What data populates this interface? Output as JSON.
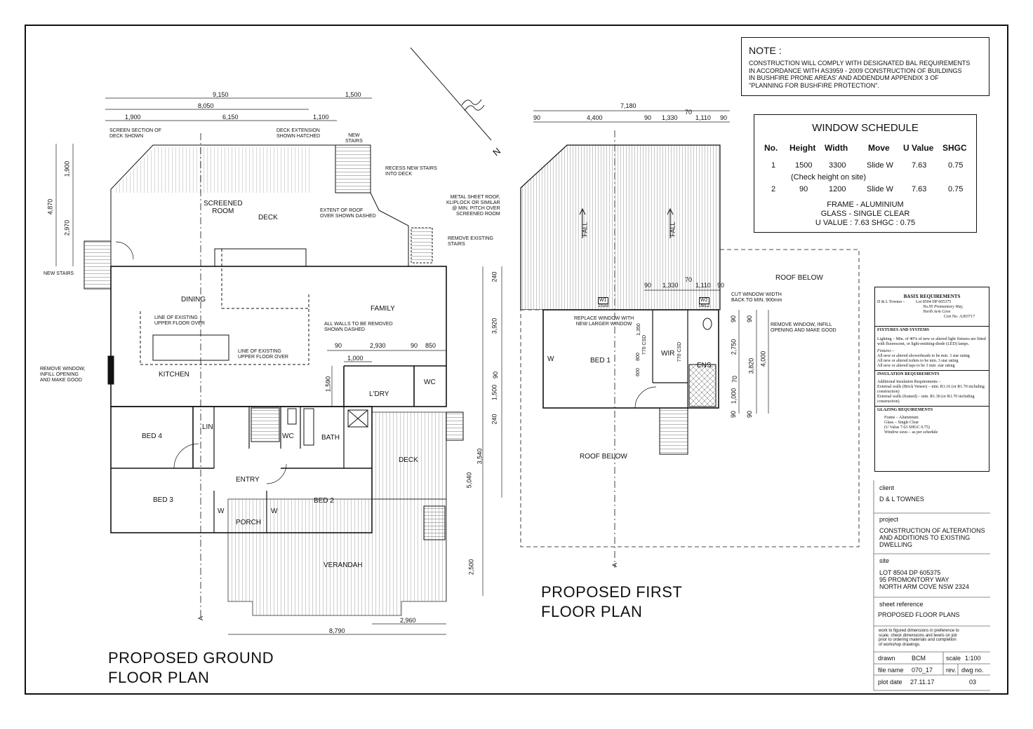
{
  "note": {
    "title": "NOTE :",
    "text": "CONSTRUCTION WILL COMPLY WITH DESIGNATED BAL REQUIREMENTS\nIN ACCORDANCE WITH AS3959 - 2009 CONSTRUCTION OF BUILDINGS\nIN BUSHFIRE PRONE AREAS' AND ADDENDUM APPENDIX 3 OF\n\"PLANNING FOR BUSHFIRE PROTECTION\"."
  },
  "window_schedule": {
    "title": "WINDOW SCHEDULE",
    "headers": [
      "No.",
      "Height",
      "Width",
      "Move",
      "U Value",
      "SHGC"
    ],
    "rows": [
      [
        "1",
        "1500",
        "3300",
        "Slide W",
        "7.63",
        "0.75"
      ],
      [
        "2",
        "90",
        "1200",
        "Slide W",
        "7.63",
        "0.75"
      ]
    ],
    "check_note": "(Check height on site)",
    "frame": "FRAME - ALUMINIUM",
    "glass": "GLASS - SINGLE CLEAR",
    "uvalue": "U VALUE : 7.63  SHGC : 0.75"
  },
  "basix": {
    "title": "BASIX REQUIREMENTS",
    "header_left": "D & L Townes -",
    "header_lot": "Lot 8504   DP 605375",
    "header_addr1": "No.95 Promontory Way,",
    "header_addr2": "North Arm Cove",
    "header_cert": "Cert No. A303717",
    "fixtures_title": "FIXTURES AND SYSTEMS",
    "lighting": "Lighting – Min. of 40% of new or altered light fixtures are fitted with fluorescent, or light-emitting-diode (LED) lamps.",
    "fixtures_sub": "Fixtures –",
    "fixtures_1": "All new or altered showerheads to be min. 3 star rating",
    "fixtures_2": "All new or altered toilets to be min. 3 star rating",
    "fixtures_3": "All new or altered taps to be 3 min. star rating",
    "insulation_title": "INSULATION REQUIREMENTS",
    "insulation_text": "Additional Insulation Requirements –\nExternal walls (Brick Veneer) – min. R1.16 (or R1.70 including construction)\nExternal walls (framed) – min. R1.30 (or R1.70 including construction)",
    "glazing_title": "GLAZING REQUIREMENTS",
    "glazing_text": "Frame – Aluminium\nGlass – Single Clear\n(U Value 7.63 SHGC 0.75)\nWindow sizes – as per schedule"
  },
  "title_block": {
    "client_label": "client",
    "client": "D & L TOWNES",
    "project_label": "project",
    "project": "CONSTRUCTION OF ALTERATIONS\nAND ADDITIONS TO EXISTING\nDWELLING",
    "site_label": "site",
    "site": "LOT 8504   DP 605375\n95 PROMONTORY WAY\nNORTH ARM COVE NSW 2324",
    "sheet_label": "sheet reference",
    "sheet": "PROPOSED FLOOR PLANS",
    "disclaimer": "work to figured dimensions in preference to\nscale. check dimensions and levels on job\nprior to ordering materials and completion\nof workshop drawings.",
    "drawn_label": "drawn",
    "drawn": "BCM",
    "scale_label": "scale",
    "scale": "1:100",
    "file_label": "file name",
    "file": "070_17",
    "rev_label": "rev.",
    "dwg_label": "dwg no.",
    "plot_label": "plot date",
    "plot": "27.11.17",
    "dwg": "03"
  },
  "ground_floor": {
    "title": "PROPOSED GROUND\nFLOOR PLAN",
    "rooms": {
      "screened": "SCREENED\nROOM",
      "deck_top": "DECK",
      "dining": "DINING",
      "family": "FAMILY",
      "kitchen": "KITCHEN",
      "ldry": "L'DRY",
      "wc1": "WC",
      "bed4": "BED 4",
      "lin": "LIN.",
      "wc2": "WC",
      "bath": "BATH",
      "deck_side": "DECK",
      "entry": "ENTRY",
      "bed3": "BED 3",
      "bed2": "BED 2",
      "w1": "W",
      "w2": "W",
      "porch": "PORCH",
      "verandah": "VERANDAH"
    },
    "notes": {
      "screen_section": "SCREEN SECTION OF\nDECK SHOWN",
      "deck_ext": "DECK EXTENSION\nSHOWN HATCHED",
      "new_stairs_top": "NEW\nSTAIRS",
      "recess": "RECESS NEW STAIRS\nINTO DECK",
      "roof_ext": "EXTENT OF ROOF\nOVER SHOWN DASHED",
      "remove_stairs": "REMOVE EXISTING\nSTAIRS",
      "new_stairs_left": "NEW STAIRS",
      "line_upper1": "LINE OF EXISTING\nUPPER FLOOR OVER",
      "walls_removed": "ALL WALLS TO BE REMOVED\nSHOWN DASHED",
      "line_upper2": "LINE OF EXISTING\nUPPER FLOOR OVER",
      "remove_window": "REMOVE WINDOW,\nINFILL OPENING\nAND MAKE GOOD"
    },
    "dims": {
      "d9150": "9,150",
      "d1500": "1,500",
      "d8050": "8,050",
      "d1900": "1,900",
      "d6150": "6,150",
      "d1100": "1,100",
      "v4870": "4,870",
      "v1900": "1,900",
      "v2970": "2,970",
      "d90a": "90",
      "d2930": "2,930",
      "d90b": "90",
      "d850": "850",
      "d1000": "1,000",
      "v1590": "1,590",
      "v240a": "240",
      "v3920": "3,920",
      "v90": "90",
      "v1500": "1,500",
      "v240b": "240",
      "v3540": "3,540",
      "v5040": "5,040",
      "v2500": "2,500",
      "d2960": "2,960",
      "d8790": "8,790",
      "sectionA": "A"
    }
  },
  "first_floor": {
    "title": "PROPOSED FIRST\nFLOOR PLAN",
    "rooms": {
      "bed1": "BED 1",
      "wir": "WIR",
      "ens": "ENS.",
      "w": "W",
      "fall1": "FALL",
      "fall2": "FALL",
      "roof_below1": "ROOF BELOW",
      "roof_below2": "ROOF BELOW",
      "w1tag": "W1",
      "w1size": "1533",
      "w2tag": "W2",
      "w2size": "0912"
    },
    "notes": {
      "metal_roof": "METAL SHEET ROOF,\nKLIPLOCK OR SIMILAR\n@ MIN. PITCH OVER\nSCREENED ROOM",
      "replace_window": "REPLACE WINDOW WITH\nNEW LARGER WINDOW",
      "cut_window": "CUT WINDOW WIDTH\nBACK TO MIN. 900mm",
      "remove_window": "REMOVE WINDOW, INFILL\nOPENING AND MAKE GOOD"
    },
    "dims": {
      "d7180": "7,180",
      "d90a": "90",
      "d4400": "4,400",
      "d90b": "90",
      "d1330": "1,330",
      "d70": "70",
      "d1110": "1,110",
      "d90c": "90",
      "i90": "90",
      "i1330": "1,330",
      "i70": "70",
      "i1110": "1,110",
      "i90b": "90",
      "v770a": "770 CSD",
      "v770b": "770 CSD",
      "v600": "600",
      "v800": "800",
      "v1350": "1,350",
      "v2750": "2,750",
      "v3820": "3,820",
      "v4000": "4,000",
      "v1000": "1,000",
      "v70": "70",
      "v90a": "90",
      "v90b": "90",
      "v90c": "90",
      "v90d": "90",
      "sectionA": "A"
    },
    "north": "N"
  }
}
